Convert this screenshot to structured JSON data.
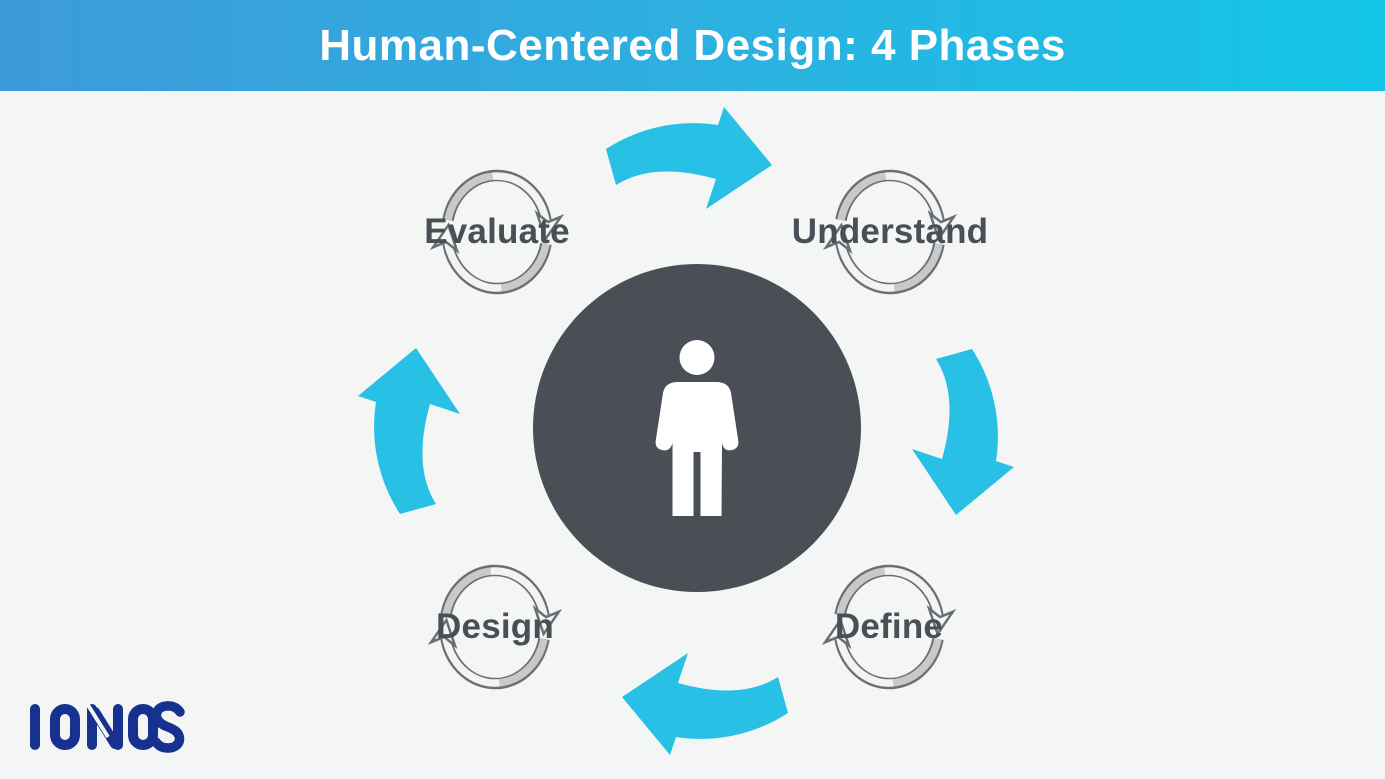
{
  "header": {
    "title": "Human-Centered Design: 4 Phases",
    "gradient_left": "#3D9ADB",
    "gradient_right": "#14C5E8",
    "text_color": "#FFFFFF"
  },
  "diagram": {
    "phases": [
      {
        "label": "Evaluate",
        "position": "top-left"
      },
      {
        "label": "Understand",
        "position": "top-right"
      },
      {
        "label": "Define",
        "position": "bottom-right"
      },
      {
        "label": "Design",
        "position": "bottom-left"
      }
    ],
    "flow": [
      "Evaluate -> Understand",
      "Understand -> Define",
      "Define -> Design",
      "Design -> Evaluate"
    ],
    "icons": {
      "center": "person-icon",
      "phase": "cycle-arrows-icon",
      "flow": "curved-flow-arrow-icon"
    },
    "colors": {
      "flow_arrow_cyan": "#28C0E4",
      "center_circle_dark": "#4A4F55",
      "phase_text": "#4A4F55",
      "cycle_arrow_outline": "#6A6F74",
      "background": "#F4F5F5"
    }
  },
  "footer": {
    "logo_text": "IONOS",
    "logo_color": "#16318F"
  }
}
